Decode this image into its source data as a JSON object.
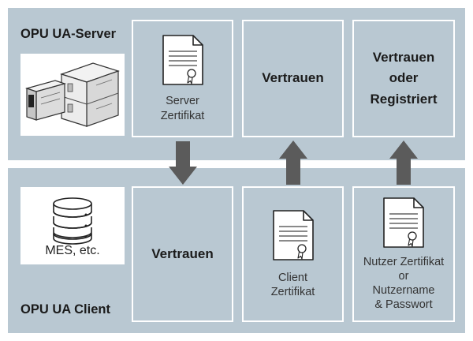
{
  "server": {
    "title": "OPU UA-Server",
    "device_icon": "server-hardware-icon",
    "boxes": [
      {
        "icon": "certificate-icon",
        "line1": "Server",
        "line2": "Zertifikat"
      },
      {
        "label": "Vertrauen"
      },
      {
        "line1": "Vertrauen",
        "line2": "oder",
        "line3": "Registriert"
      }
    ]
  },
  "client": {
    "title": "OPU UA Client",
    "device_icon": "database-icon",
    "device_label": "MES, etc.",
    "boxes": [
      {
        "label": "Vertrauen"
      },
      {
        "icon": "certificate-icon",
        "line1": "Client",
        "line2": "Zertifikat"
      },
      {
        "icon": "certificate-icon",
        "line1": "Nutzer Zertifikat",
        "line2": "or",
        "line3": "Nutzername",
        "line4": "& Passwort"
      }
    ]
  },
  "arrows": [
    {
      "direction": "down",
      "icon": "arrow-down-icon"
    },
    {
      "direction": "up",
      "icon": "arrow-up-icon"
    },
    {
      "direction": "up",
      "icon": "arrow-up-icon"
    }
  ],
  "colors": {
    "band": "#b9c8d2",
    "arrow": "#5b5b5b",
    "box_border": "#ffffff"
  }
}
